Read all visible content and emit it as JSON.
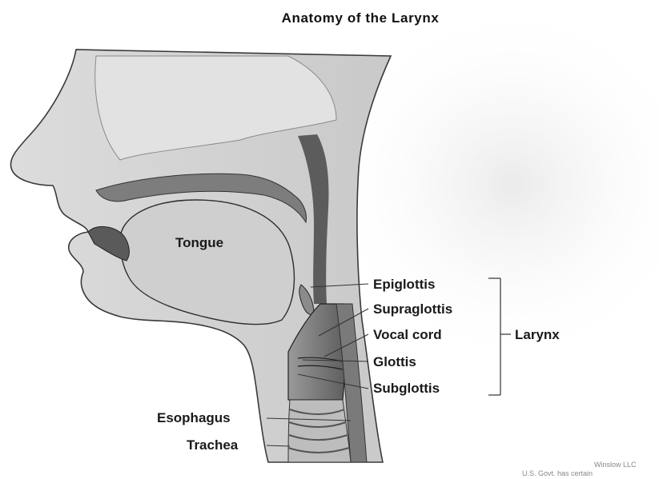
{
  "title": "Anatomy of the Larynx",
  "labels": {
    "tongue": "Tongue",
    "epiglottis": "Epiglottis",
    "supraglottis": "Supraglottis",
    "vocal_cord": "Vocal cord",
    "glottis": "Glottis",
    "subglottis": "Subglottis",
    "larynx": "Larynx",
    "esophagus": "Esophagus",
    "trachea": "Trachea"
  },
  "credit": {
    "line1": "Winslow LLC",
    "line2": "U.S. Govt. has certain"
  },
  "colors": {
    "tissue_light": "#d9d9d9",
    "tissue_mid": "#b8b8b8",
    "tissue_dark": "#6f6f6f",
    "outline": "#2b2b2b",
    "leader_line": "#333333"
  }
}
